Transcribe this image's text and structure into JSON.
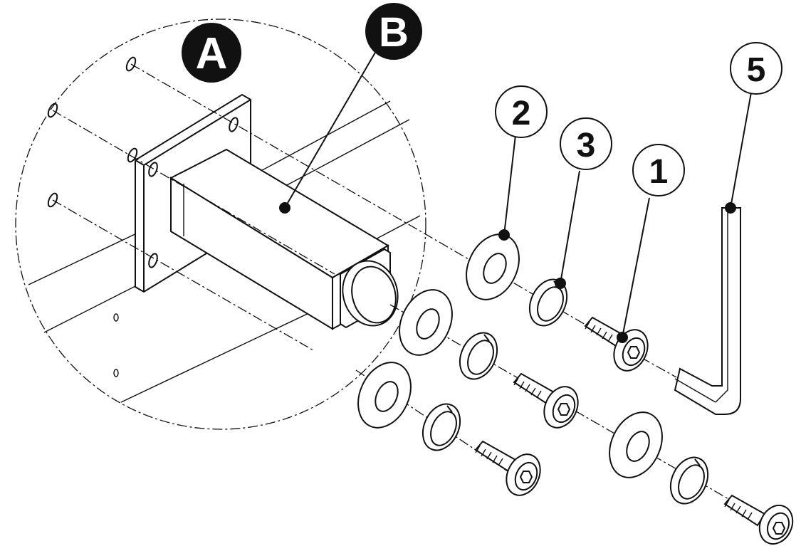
{
  "callouts": {
    "view_a": "A",
    "part_b": "B",
    "part_1": "1",
    "part_2": "2",
    "part_3": "3",
    "part_5": "5"
  },
  "colors": {
    "ink": "#111111",
    "paper": "#ffffff"
  },
  "parts": [
    {
      "id": "1",
      "name": "socket-head-screw-icon",
      "count": 4
    },
    {
      "id": "2",
      "name": "flat-washer-icon",
      "count": 4
    },
    {
      "id": "3",
      "name": "split-lock-washer-icon",
      "count": 4
    },
    {
      "id": "5",
      "name": "hex-key-icon",
      "count": 1
    },
    {
      "id": "B",
      "name": "square-tube-leg-icon",
      "count": 1
    }
  ]
}
